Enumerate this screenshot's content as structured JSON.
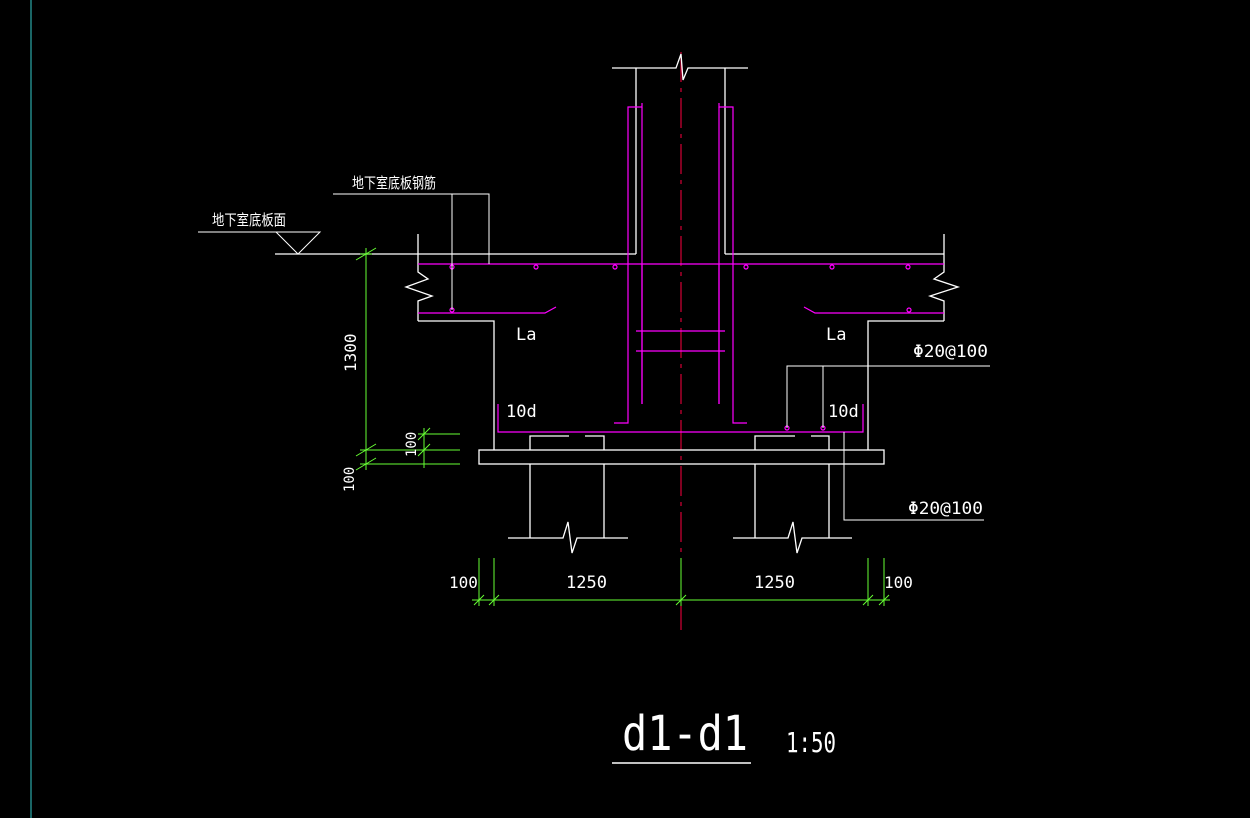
{
  "colors": {
    "background": "#000000",
    "outline": "#ffffff",
    "rebar": "#ff00ff",
    "dimension": "#66ff33",
    "centerline": "#ff0040",
    "viewport_border": "#33cccc"
  },
  "labels": {
    "slab_rebar": "地下室底板钢筋",
    "slab_top": "地下室底板面",
    "anchor_left": "La",
    "anchor_right": "La",
    "bend_left": "10d",
    "bend_right": "10d",
    "rebar_top": "Φ20@100",
    "rebar_bottom": "Φ20@100"
  },
  "dimensions": {
    "height_main": "1300",
    "height_cover": "100",
    "height_pad": "100",
    "width_left_edge": "100",
    "width_left": "1250",
    "width_right": "1250",
    "width_right_edge": "100"
  },
  "title": {
    "section": "d1-d1",
    "scale": "1:50"
  }
}
